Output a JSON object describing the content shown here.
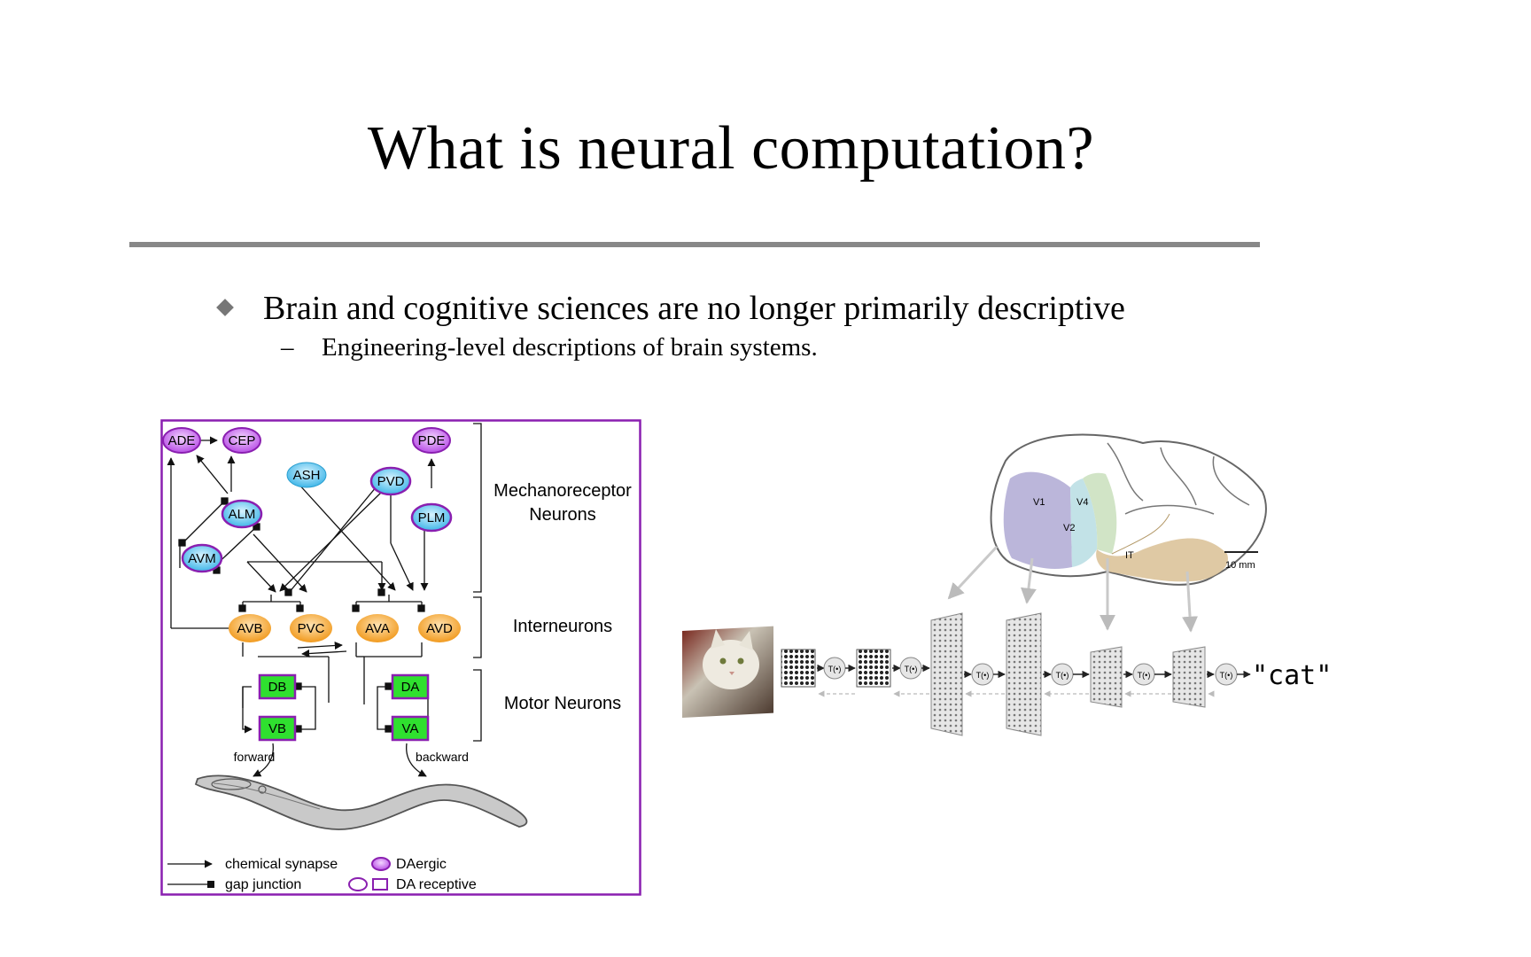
{
  "slide": {
    "title": "What is neural computation?",
    "bullet": "Brain and cognitive sciences are no longer primarily descriptive",
    "sub_dash": "–",
    "sub_bullet": "Engineering-level descriptions of brain systems."
  },
  "worm_figure": {
    "neurons": {
      "ade": "ADE",
      "cep": "CEP",
      "pde": "PDE",
      "ash": "ASH",
      "pvd": "PVD",
      "alm": "ALM",
      "plm": "PLM",
      "avm": "AVM",
      "avb": "AVB",
      "pvc": "PVC",
      "ava": "AVA",
      "avd": "AVD",
      "db": "DB",
      "da": "DA",
      "vb": "VB",
      "va": "VA"
    },
    "groups": {
      "mechano_1": "Mechanoreceptor",
      "mechano_2": "Neurons",
      "inter": "Interneurons",
      "motor": "Motor Neurons"
    },
    "directions": {
      "forward": "forward",
      "backward": "backward"
    },
    "legend": {
      "chemical": "chemical synapse",
      "gap": "gap junction",
      "daergic": "DAergic",
      "da_receptive": "DA receptive"
    },
    "colors": {
      "frame": "#8a1fb0",
      "sensory": "#58c4ee",
      "da": "#c34fe8",
      "inter": "#f4a02c",
      "motor": "#2fe02f"
    }
  },
  "visual_figure": {
    "areas": {
      "v1": "V1",
      "v2": "V2",
      "v4": "V4",
      "it": "IT"
    },
    "scale": "10 mm",
    "op_label": "T(•)",
    "output": "\"cat\"",
    "colors": {
      "v1": "#b4aed6",
      "v2": "#bfe0e6",
      "v4": "#cfe3c3",
      "it": "#dcc39a"
    }
  }
}
